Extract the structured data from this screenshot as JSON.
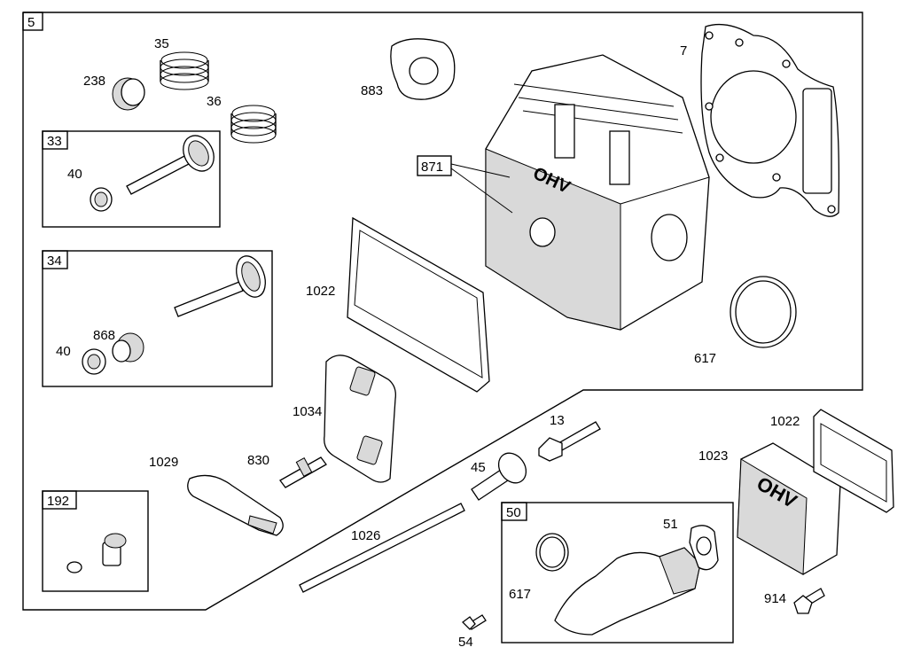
{
  "assembly_label": "5",
  "callouts": {
    "c7": "7",
    "c13": "13",
    "c35": "35",
    "c36": "36",
    "c40a": "40",
    "c40b": "40",
    "c45": "45",
    "c51": "51",
    "c54": "54",
    "c238": "238",
    "c617a": "617",
    "c617b": "617",
    "c830": "830",
    "c868": "868",
    "c871": "871",
    "c883": "883",
    "c914": "914",
    "c1022a": "1022",
    "c1022b": "1022",
    "c1023": "1023",
    "c1026": "1026",
    "c1029": "1029",
    "c1034": "1034"
  },
  "boxes": {
    "b33": "33",
    "b34": "34",
    "b50": "50",
    "b192": "192"
  },
  "head_marking": "OHV",
  "cover_marking": "OHV"
}
